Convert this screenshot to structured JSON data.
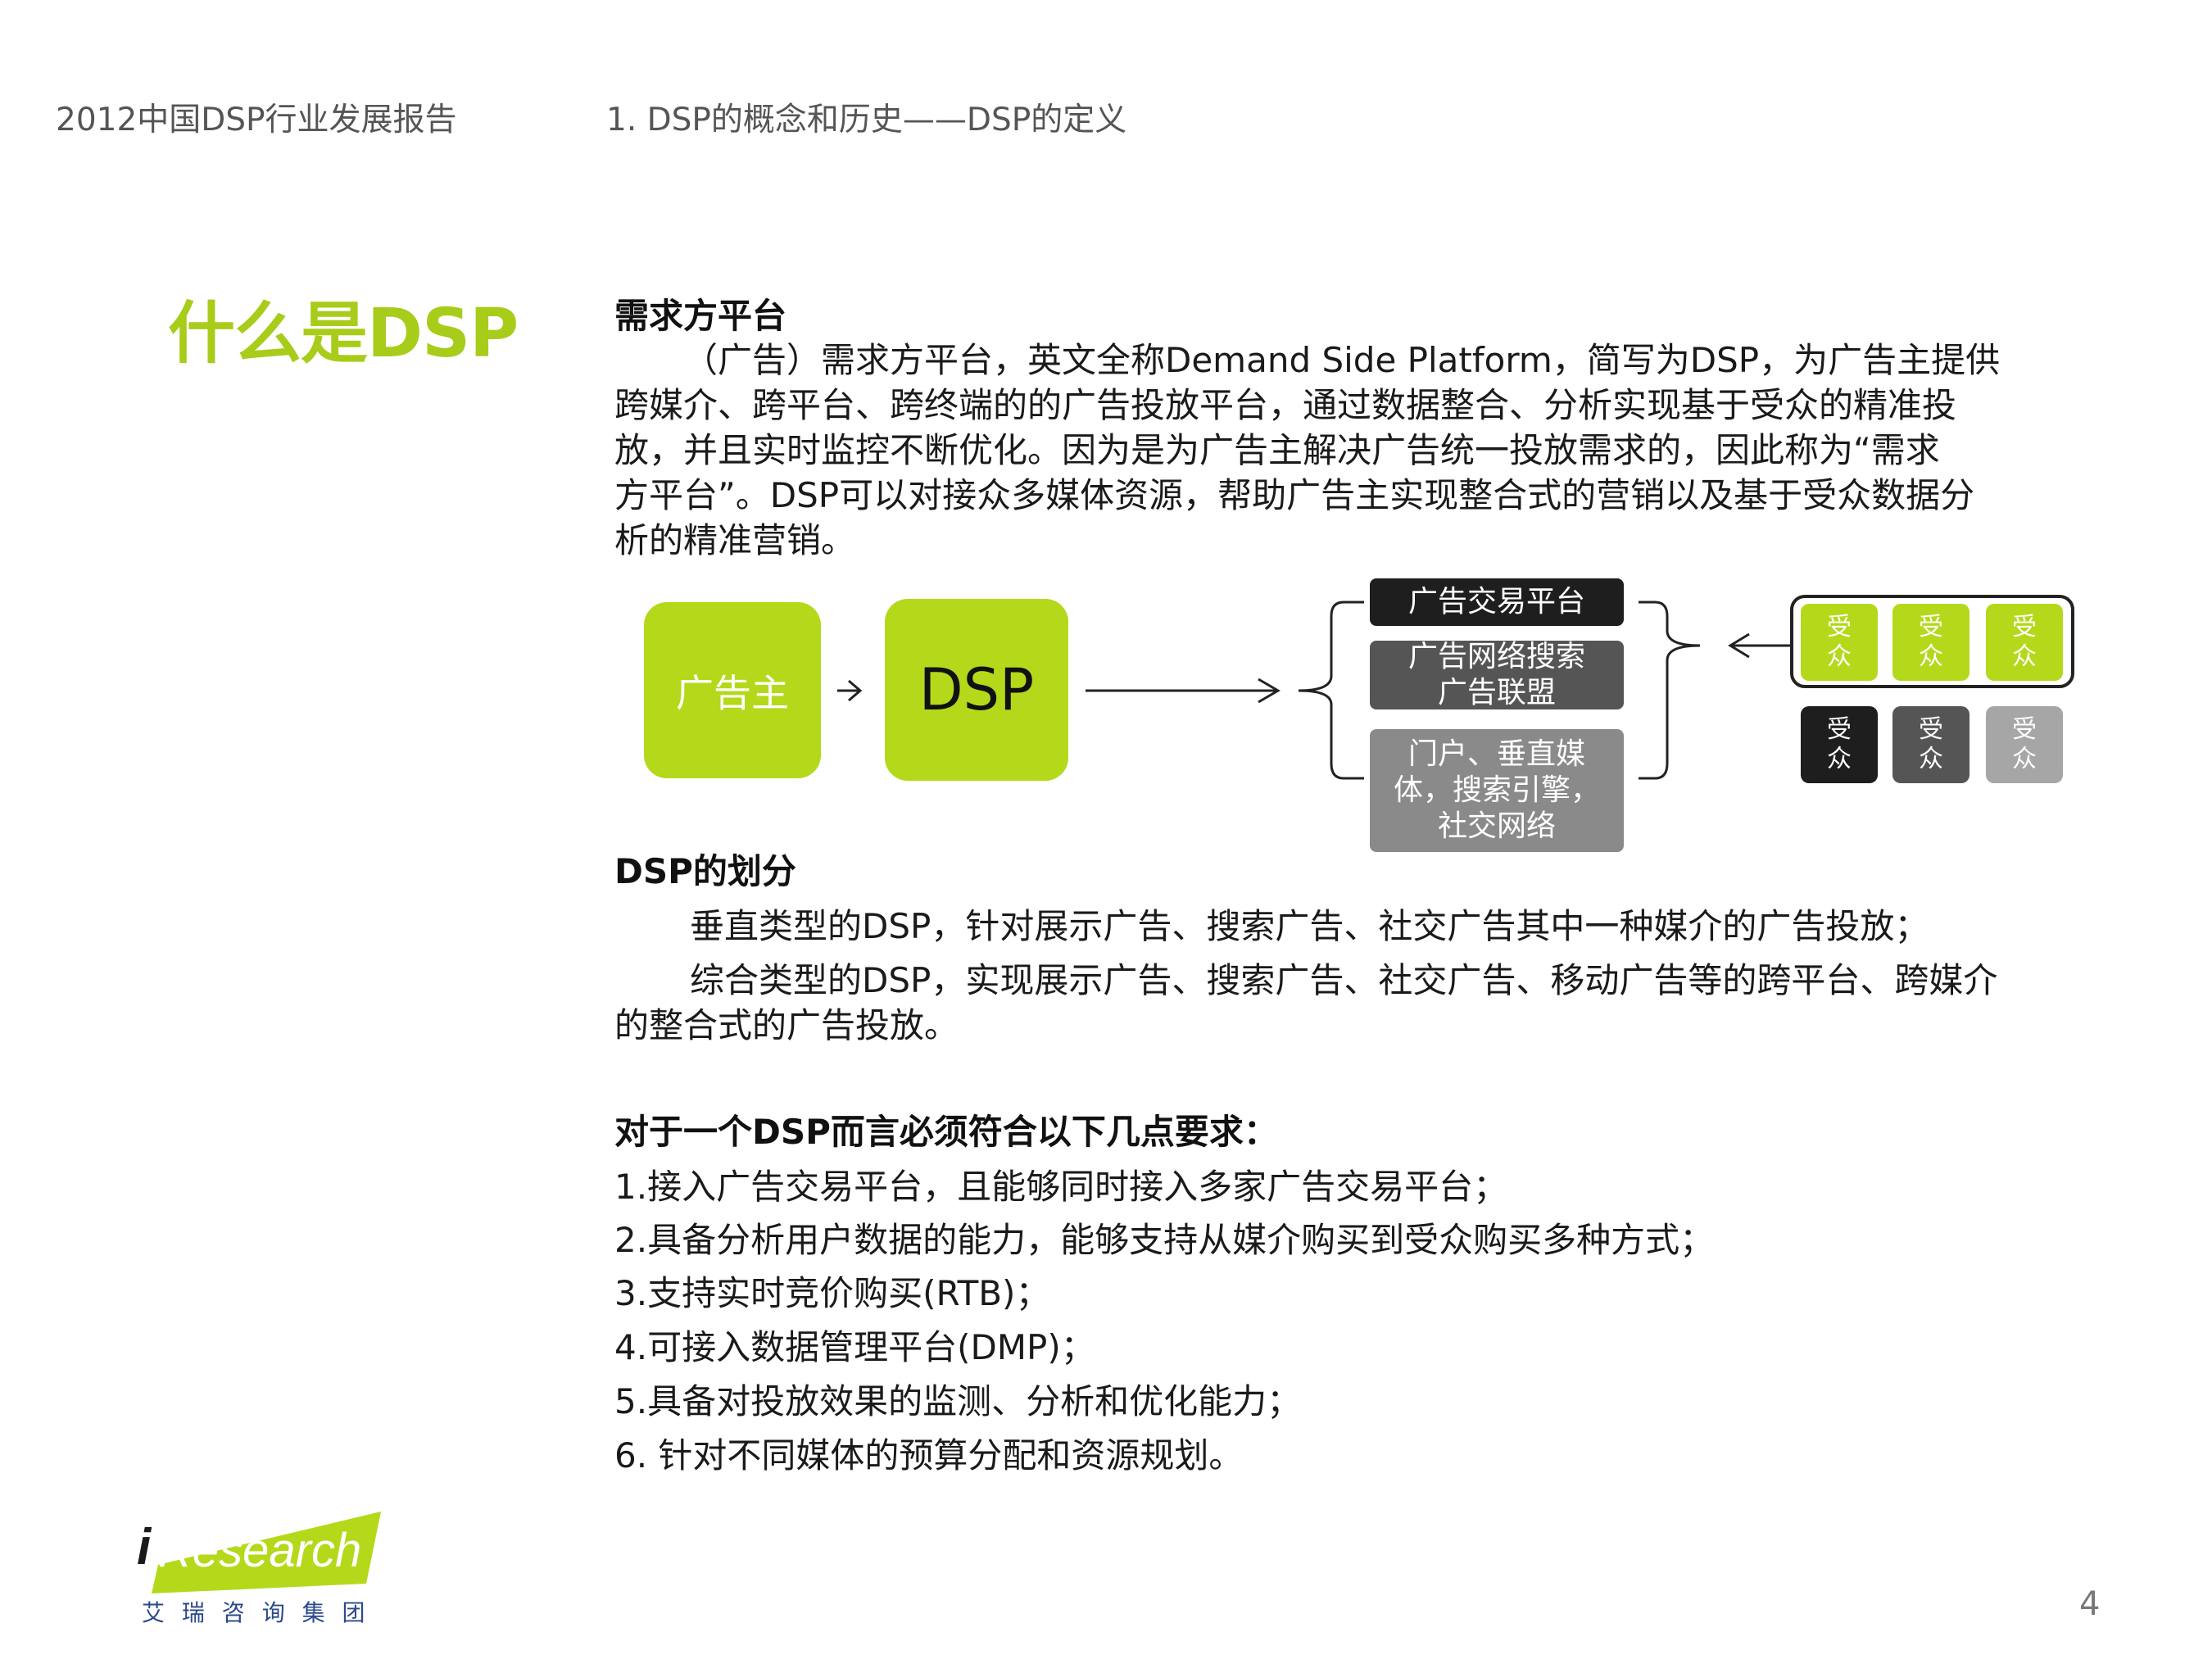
{
  "header": {
    "report_title": "2012中国DSP行业发展报告",
    "section_title": "1. DSP的概念和历史——DSP的定义"
  },
  "side_title": "什么是DSP",
  "definition": {
    "heading": "需求方平台",
    "paragraph_lines": [
      "（广告）需求方平台，英文全称Demand Side Platform，简写为DSP，为广告主提供",
      "跨媒介、跨平台、跨终端的的广告投放平台，通过数据整合、分析实现基于受众的精准投",
      "放，并且实时监控不断优化。因为是为广告主解决广告统一投放需求的，因此称为“需求",
      "方平台”。DSP可以对接众多媒体资源，帮助广告主实现整合式的营销以及基于受众数据分",
      "析的精准营销。"
    ]
  },
  "diagram": {
    "advertiser": "广告主",
    "dsp": "DSP",
    "platforms": [
      "广告交易平台",
      "广告网络搜索\n广告联盟",
      "门户、垂直媒\n体，搜索引擎，\n社交网络"
    ],
    "audience_label": "受\n众",
    "colors": {
      "green": "#b3d91a",
      "black": "#1e1e1e",
      "dark_gray": "#555555",
      "gray": "#888888",
      "light_gray": "#a6a6a6"
    }
  },
  "classification": {
    "heading": "DSP的划分",
    "line1": "垂直类型的DSP，针对展示广告、搜索广告、社交广告其中一种媒介的广告投放；",
    "line2a": "综合类型的DSP，实现展示广告、搜索广告、社交广告、移动广告等的跨平台、跨媒介",
    "line2b": "的整合式的广告投放。"
  },
  "requirements": {
    "heading": "对于一个DSP而言必须符合以下几点要求：",
    "items": [
      "1.接入广告交易平台，且能够同时接入多家广告交易平台；",
      "2.具备分析用户数据的能力，能够支持从媒介购买到受众购买多种方式；",
      "3.支持实时竞价购买(RTB)；",
      "4.可接入数据管理平台(DMP)；",
      "5.具备对投放效果的监测、分析和优化能力；",
      "6. 针对不同媒体的预算分配和资源规划。"
    ]
  },
  "logo": {
    "brand_i": "i",
    "brand_rest": "Research",
    "cn": "艾 瑞 咨 询 集 团"
  },
  "page_number": "4"
}
